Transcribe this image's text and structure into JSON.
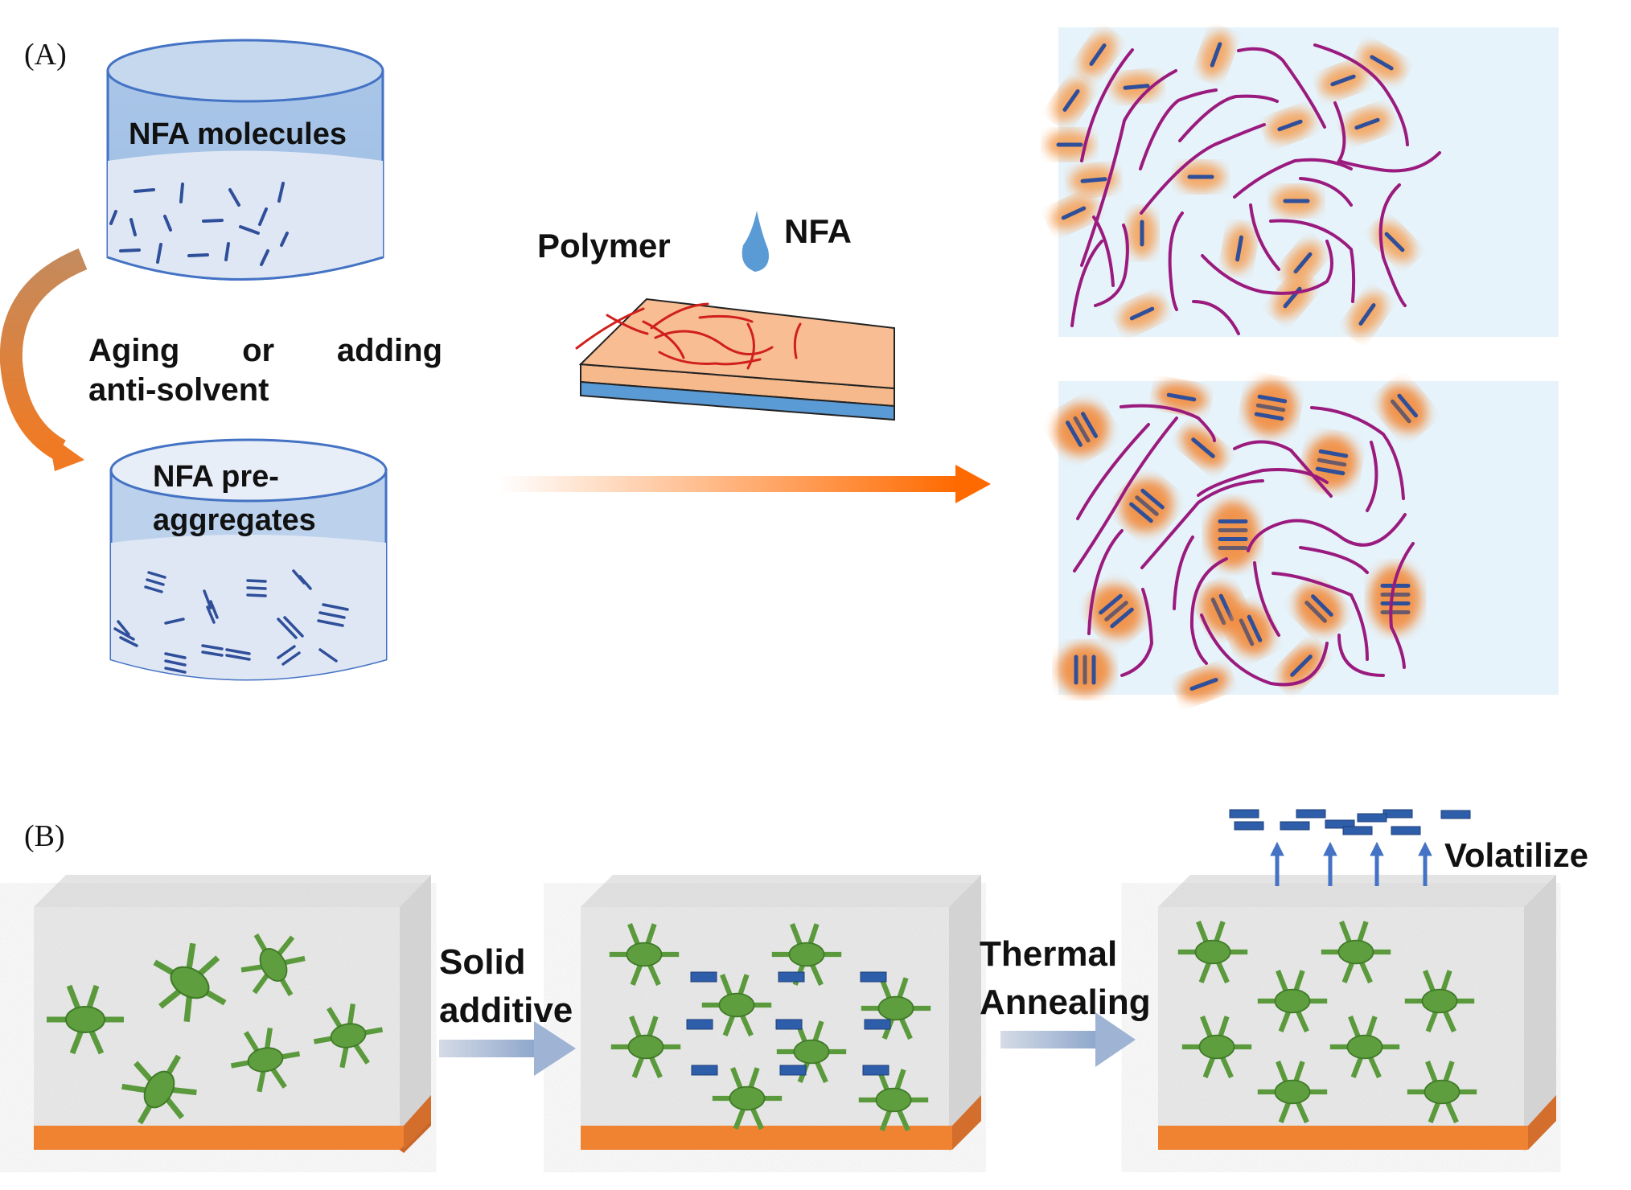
{
  "panelA": {
    "label": "(A)",
    "beaker_top_label": "NFA molecules",
    "process_label_line1_words": [
      "Aging",
      "or",
      "adding"
    ],
    "process_label_line2": "anti-solvent",
    "beaker_bottom_label_line1": "NFA pre-",
    "beaker_bottom_label_line2": "aggregates",
    "polymer_label": "Polymer",
    "nfa_label": "NFA"
  },
  "panelB": {
    "label": "(B)",
    "step1_line1": "Solid",
    "step1_line2": "additive",
    "step2_line1": "Thermal",
    "step2_line2": "Annealing",
    "volatilize_label": "Volatilize"
  },
  "colors": {
    "beaker_blue": "#4472c4",
    "beaker_fill": "#b8d0ec",
    "liquid": "#dfe7f4",
    "molecule": "#2f4f9a",
    "arrow_orange": "#f07a23",
    "polymer_chain": "#9b1a7e",
    "domain_glow": "#f4a25a",
    "film_bg": "#e6f3fb",
    "substrate_orange": "#ef8332",
    "donor_green": "#5b9a3c",
    "additive_blue": "#2e5eaa",
    "droplet_blue": "#5b9bd5",
    "slab_top": "#f5b98c",
    "slab_bottom": "#5b9bd5",
    "slab_chain": "#d0201c"
  }
}
